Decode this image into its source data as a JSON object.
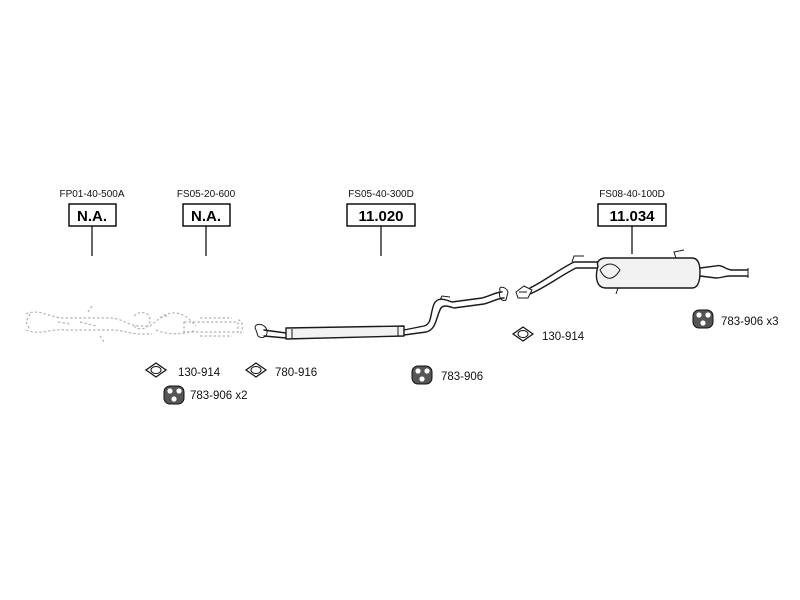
{
  "parts": [
    {
      "id": "p1",
      "code": "FP01-40-500A",
      "label": "N.A."
    },
    {
      "id": "p2",
      "code": "FS05-20-600",
      "label": "N.A."
    },
    {
      "id": "p3",
      "code": "FS05-40-300D",
      "label": "11.020"
    },
    {
      "id": "p4",
      "code": "FS08-40-100D",
      "label": "11.034"
    }
  ],
  "accessories": [
    {
      "id": "a1",
      "icon": "gasket-icon",
      "text": "130-914"
    },
    {
      "id": "a2",
      "icon": "gasket-icon",
      "text": "780-916"
    },
    {
      "id": "a3",
      "icon": "rubber-mount-icon",
      "text": "783-906 x2"
    },
    {
      "id": "a4",
      "icon": "rubber-mount-icon",
      "text": "783-906"
    },
    {
      "id": "a5",
      "icon": "gasket-icon",
      "text": "130-914"
    },
    {
      "id": "a6",
      "icon": "rubber-mount-icon",
      "text": "783-906 x3"
    }
  ]
}
